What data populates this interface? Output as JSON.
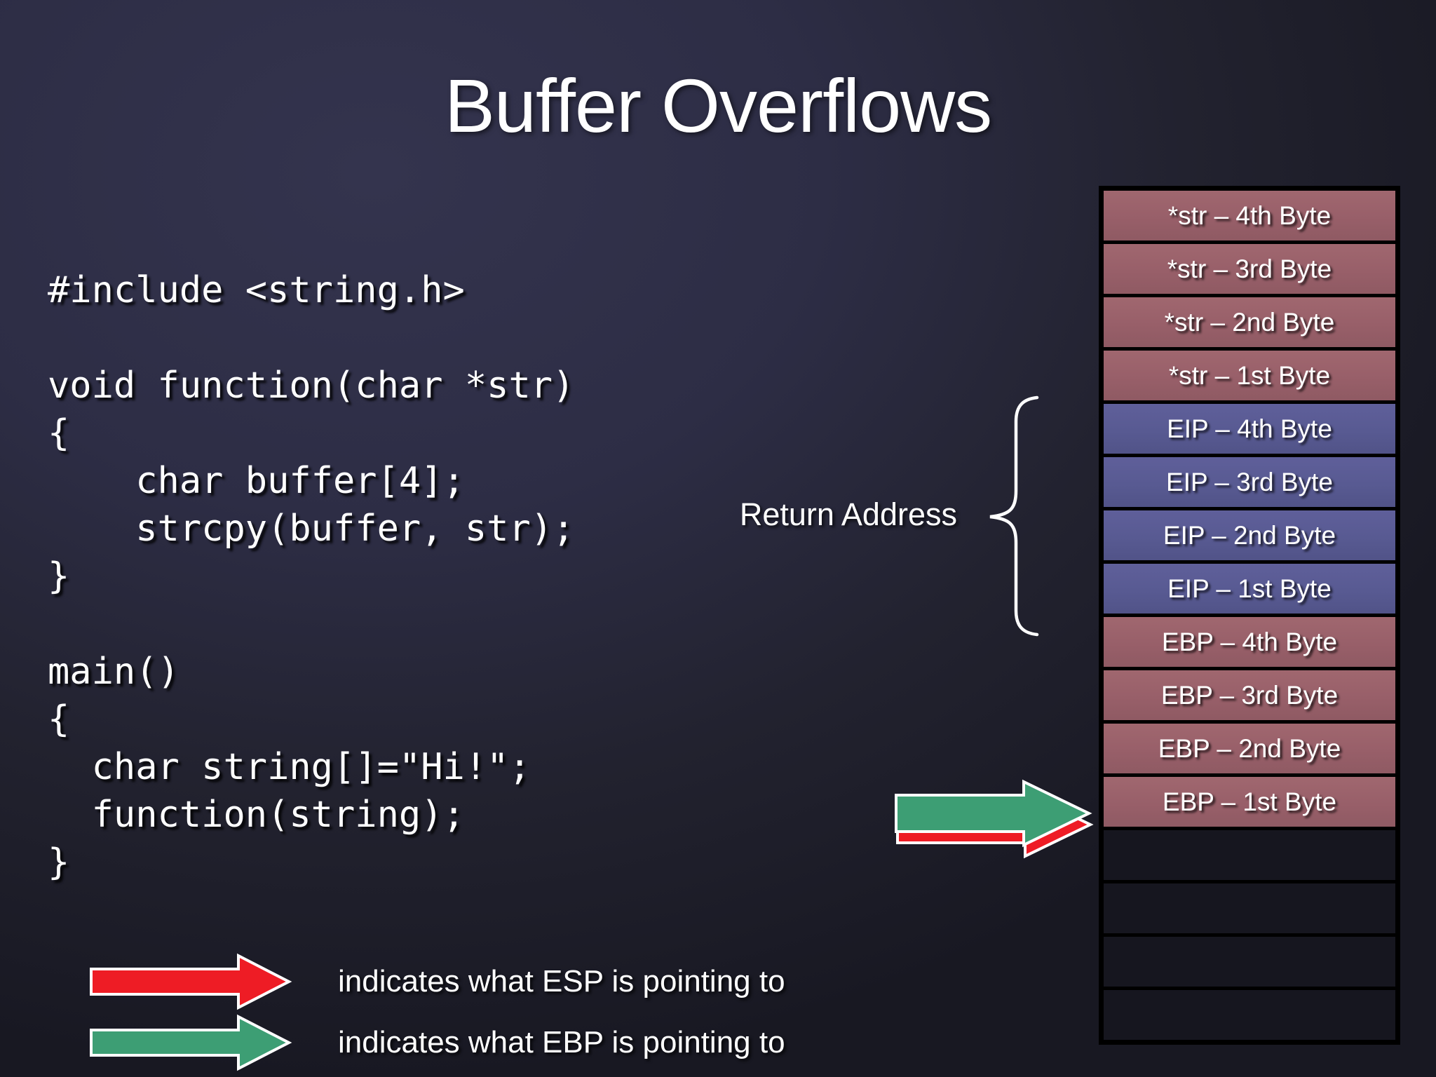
{
  "title": "Buffer Overflows",
  "code": "#include <string.h>\n\nvoid function(char *str)\n{\n    char buffer[4];\n    strcpy(buffer, str);\n}\n\nmain()\n{\n  char string[]=\"Hi!\";\n  function(string);\n}",
  "return_address": {
    "label": "Return Address"
  },
  "stack": {
    "cells": [
      {
        "label": "*str – 4th Byte",
        "group": "str"
      },
      {
        "label": "*str – 3rd Byte",
        "group": "str"
      },
      {
        "label": "*str – 2nd Byte",
        "group": "str"
      },
      {
        "label": "*str – 1st Byte",
        "group": "str"
      },
      {
        "label": "EIP – 4th Byte",
        "group": "eip"
      },
      {
        "label": "EIP – 3rd Byte",
        "group": "eip"
      },
      {
        "label": "EIP – 2nd Byte",
        "group": "eip"
      },
      {
        "label": "EIP – 1st Byte",
        "group": "eip"
      },
      {
        "label": "EBP – 4th Byte",
        "group": "ebp"
      },
      {
        "label": "EBP – 3rd Byte",
        "group": "ebp"
      },
      {
        "label": "EBP – 2nd Byte",
        "group": "ebp"
      },
      {
        "label": "EBP – 1st Byte",
        "group": "ebp"
      },
      {
        "label": "",
        "group": "empty"
      },
      {
        "label": "",
        "group": "empty"
      },
      {
        "label": "",
        "group": "empty"
      },
      {
        "label": "",
        "group": "empty"
      }
    ]
  },
  "legend": {
    "esp": {
      "text": "indicates what ESP is pointing to"
    },
    "ebp": {
      "text": "indicates what EBP is pointing to"
    }
  },
  "colors": {
    "esp_arrow": "#ee1c25",
    "ebp_arrow": "#3d9e74",
    "arrow_outline": "#ffffff",
    "brace": "#ffffff",
    "str_cell": "#9a626c",
    "eip_cell": "#585a92",
    "ebp_cell": "#9a626c",
    "empty_cell": "#16161f"
  }
}
